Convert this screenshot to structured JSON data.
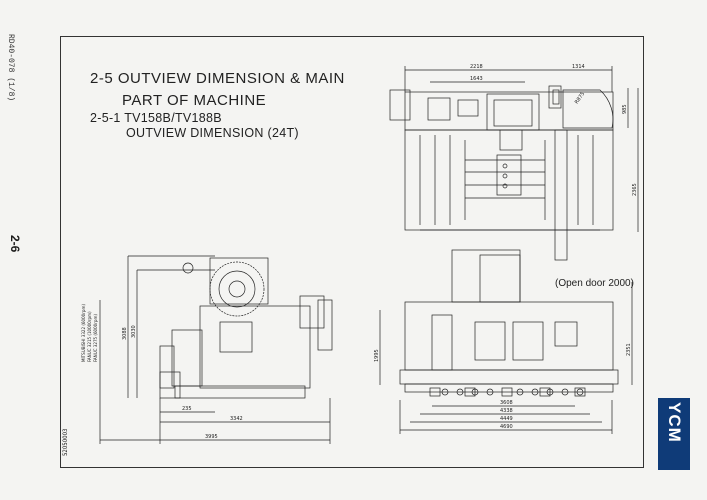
{
  "document": {
    "doc_code": "RD40-078 (1/8)",
    "page_number": "2-6",
    "heading_line1": "2-5 OUTVIEW DIMENSION & MAIN",
    "heading_line2": "PART OF MACHINE",
    "subheading_line1": "2-5-1 TV158B/TV188B",
    "subheading_line2": "OUTVIEW DIMENSION (24T)",
    "open_door_note": "(Open door 2000)",
    "side_code": "52050003",
    "brand_logo": "YCM",
    "spindle_notes": [
      "MITSUBISHI 3322 (6000rpm)",
      "FANUC 3215 (10000rpm)",
      "FANUC 3275 (6000rpm)"
    ]
  },
  "dimensions": {
    "top_view": {
      "overall_width": "2218",
      "right_span": "1314",
      "inner_width": "1643",
      "door_swing": "R875",
      "top_right_depth": "985",
      "depth": "2365"
    },
    "side_view": {
      "height_overall": "3088",
      "height_inner": "3030",
      "base_offset": "235",
      "base_depth": "3342",
      "overall_depth": "3995"
    },
    "front_view": {
      "height_left": "1995",
      "height_right": "2351",
      "width_a": "3608",
      "width_b": "4338",
      "width_c": "4449",
      "width_d": "4690"
    }
  }
}
